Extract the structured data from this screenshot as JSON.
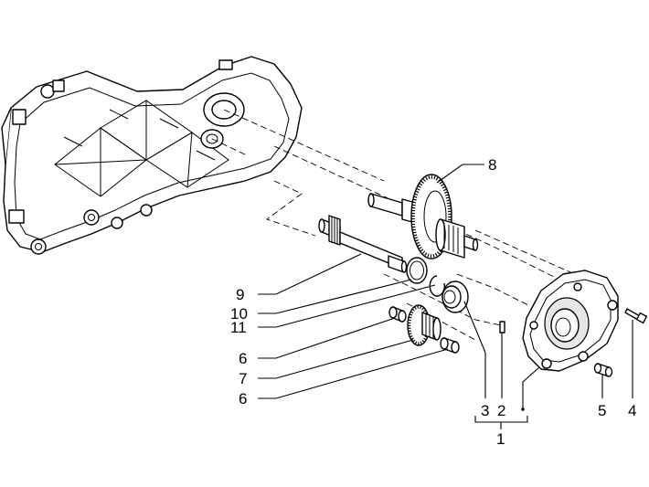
{
  "callouts": [
    {
      "id": "8",
      "label": "8"
    },
    {
      "id": "9",
      "label": "9"
    },
    {
      "id": "10",
      "label": "10"
    },
    {
      "id": "11",
      "label": "11"
    },
    {
      "id": "6a",
      "label": "6"
    },
    {
      "id": "7",
      "label": "7"
    },
    {
      "id": "6b",
      "label": "6"
    },
    {
      "id": "3",
      "label": "3"
    },
    {
      "id": "2",
      "label": "2"
    },
    {
      "id": "1",
      "label": "1"
    },
    {
      "id": "5",
      "label": "5"
    },
    {
      "id": "4",
      "label": "4"
    }
  ],
  "colors": {
    "line": "#000000",
    "background": "#ffffff",
    "shade": "#e6e6e6"
  }
}
